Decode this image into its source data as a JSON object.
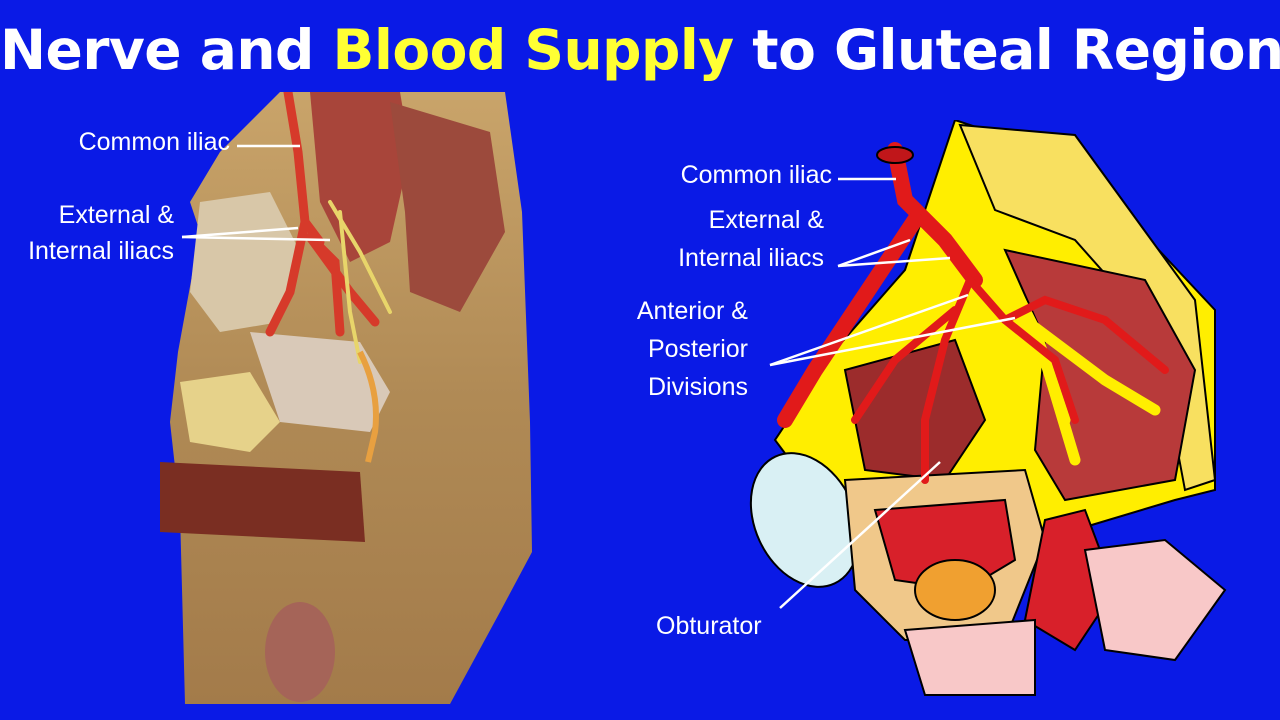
{
  "slide": {
    "title_part1": "Nerve and ",
    "title_highlight": "Blood Supply",
    "title_part2": " to Gluteal Region"
  },
  "colors": {
    "background": "#0a1ae6",
    "highlight": "#ffff33",
    "artery": "#e11a1a",
    "nerve": "#ffee00",
    "muscle": "#b02a2a"
  },
  "photo_labels": {
    "common_iliac": "Common iliac",
    "ext_int_line1": "External &",
    "ext_int_line2": "Internal iliacs"
  },
  "drawing_labels": {
    "common_iliac": "Common iliac",
    "ext_int_line1": "External &",
    "ext_int_line2": "Internal  iliacs",
    "divisions_line1": "Anterior &",
    "divisions_line2": "Posterior",
    "divisions_line3": "Divisions",
    "obturator": "Obturator"
  }
}
